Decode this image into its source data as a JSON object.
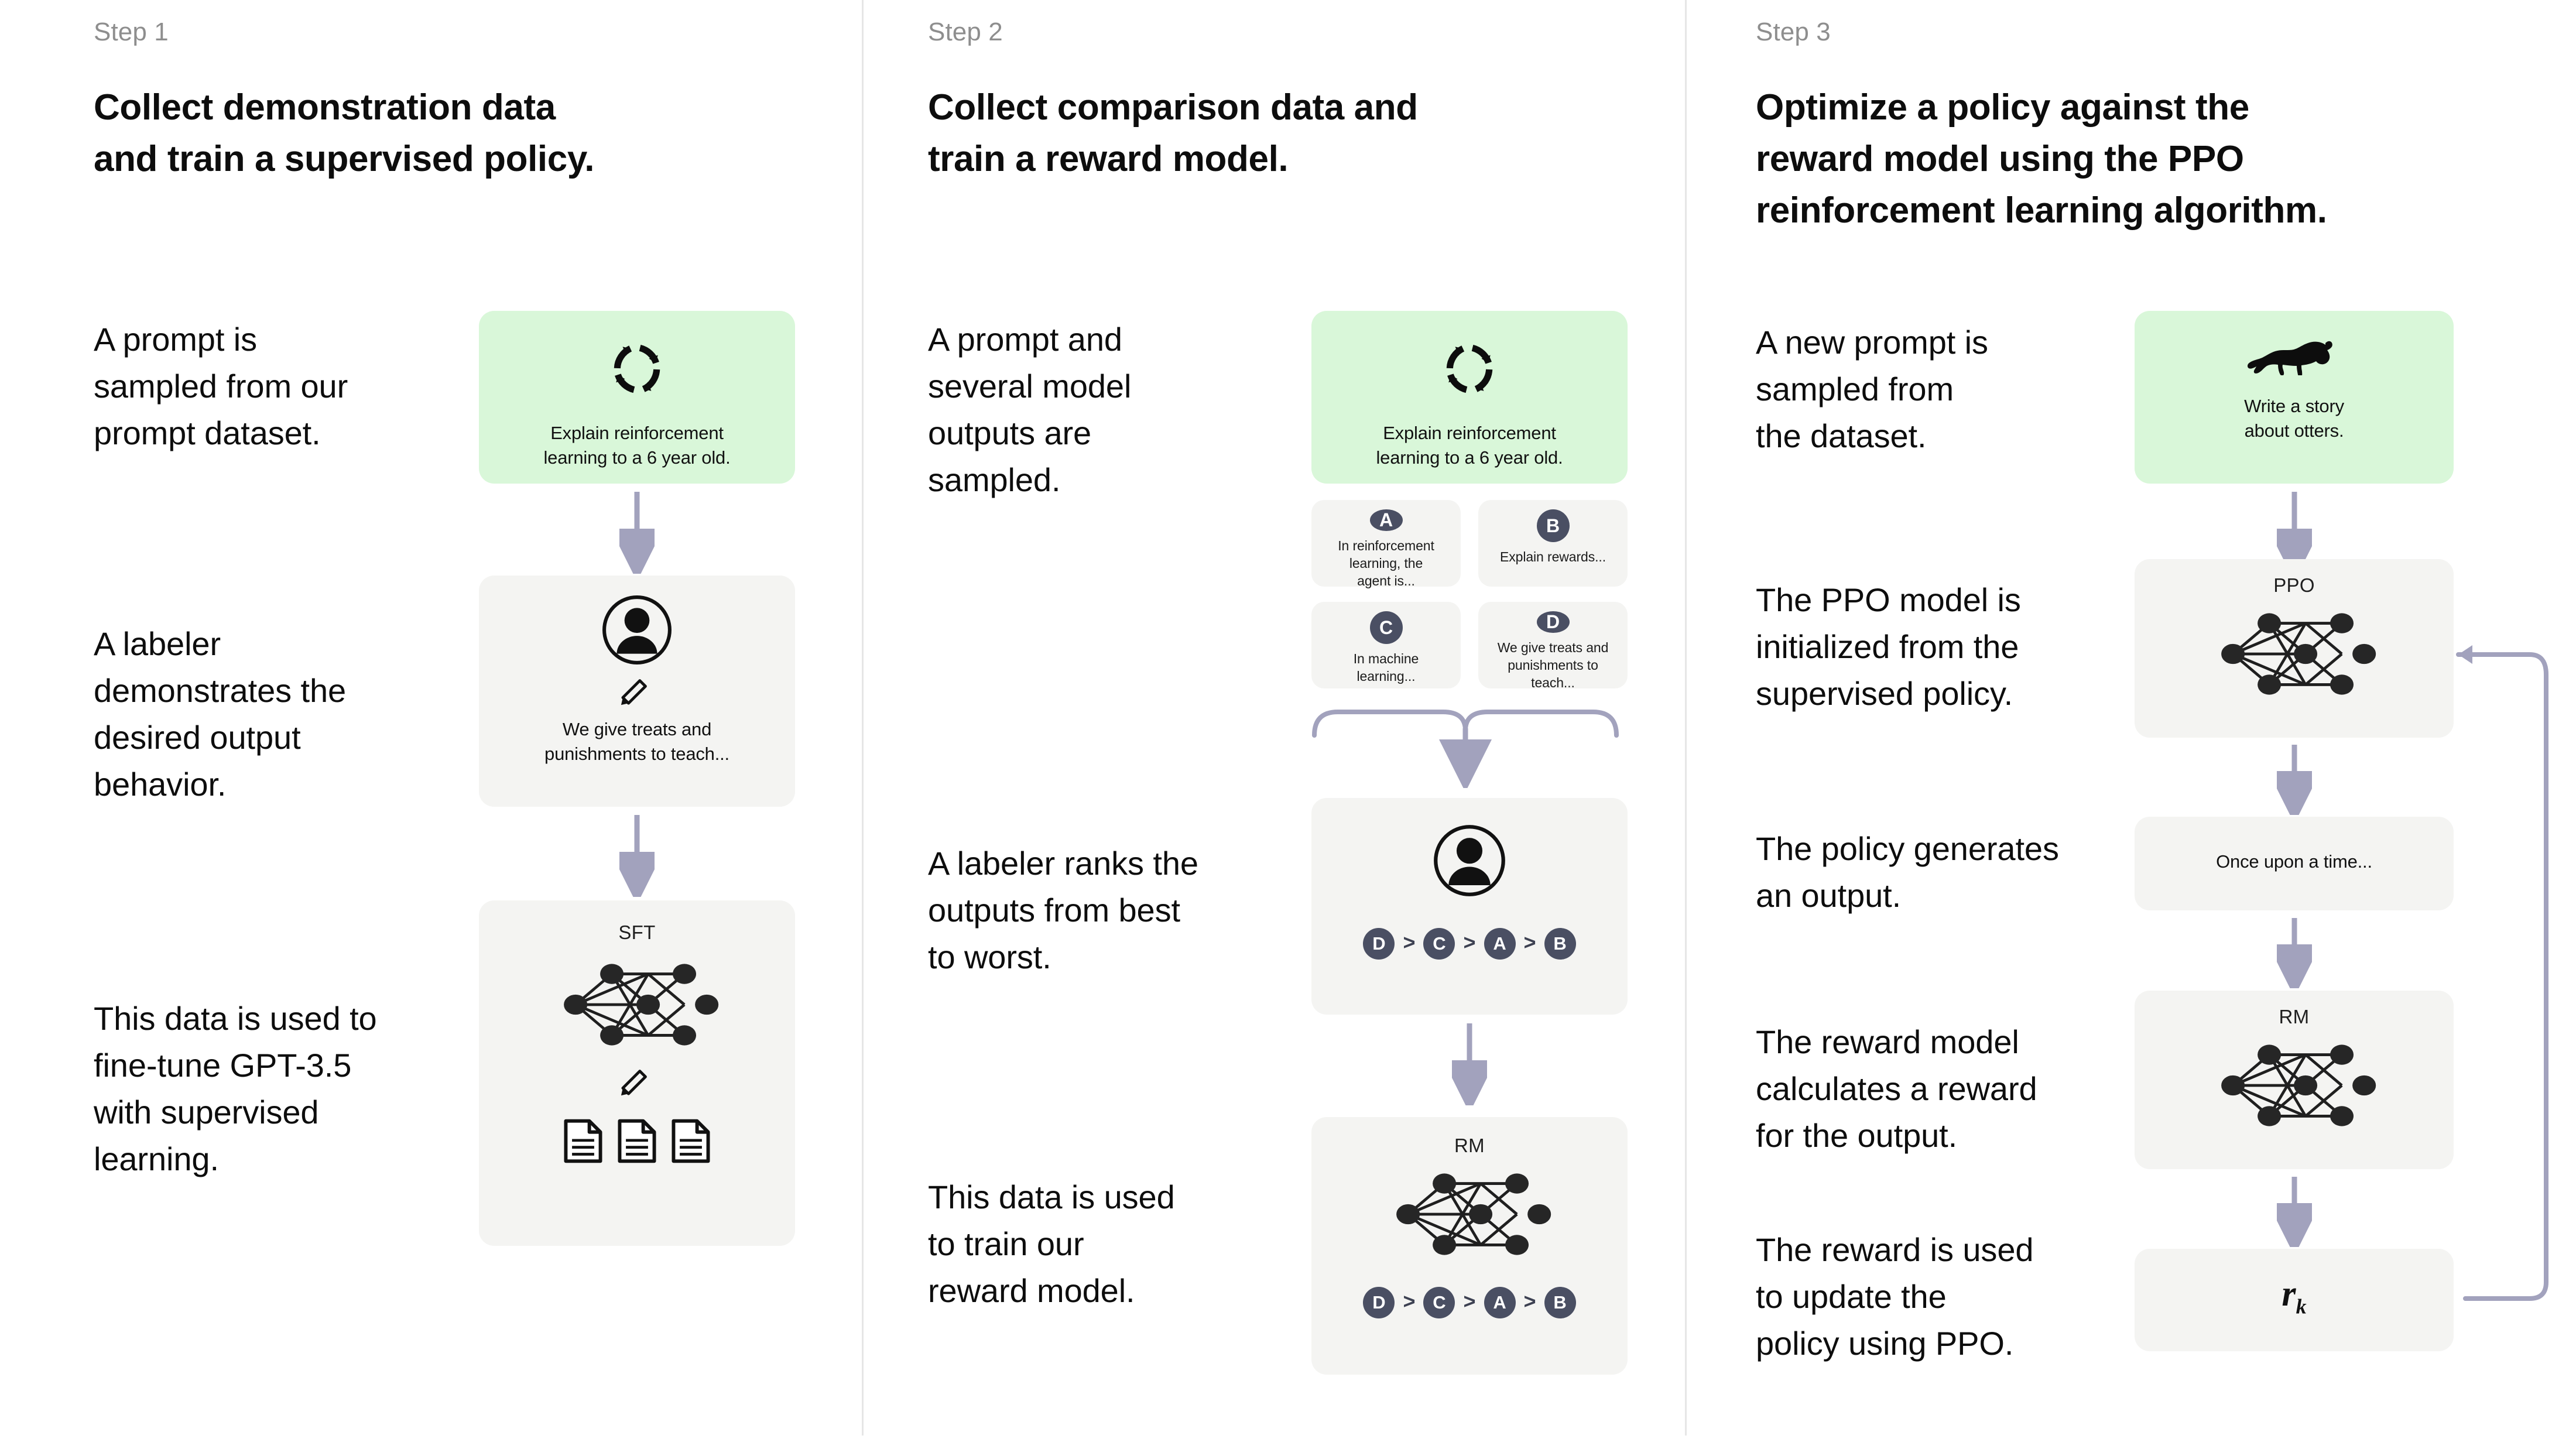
{
  "steps": [
    {
      "label": "Step 1",
      "title_lines": [
        "Collect demonstration data",
        "and train a supervised policy."
      ],
      "descriptions": [
        "A prompt is\nsampled from our\nprompt dataset.",
        "A labeler\ndemonstrates the\ndesired output\nbehavior.",
        "This data is used to\nfine-tune GPT-3.5\nwith supervised\nlearning."
      ],
      "cards": {
        "prompt": {
          "text": "Explain reinforcement\nlearning to a 6 year old.",
          "icon": "cycle-arrows-icon",
          "color": "#d9f7d9"
        },
        "labeler": {
          "text": "We give treats and\npunishments to teach...",
          "icon": "person-circle-icon",
          "sub_icon": "pencil-icon"
        },
        "model": {
          "title": "SFT",
          "icon": "neural-network-icon",
          "sub_icon": "pencil-icon",
          "docs_icon": "document-icon",
          "docs_count": 3
        }
      }
    },
    {
      "label": "Step 2",
      "title_lines": [
        "Collect comparison data and",
        "train a reward model."
      ],
      "descriptions": [
        "A prompt and\nseveral model\noutputs are\nsampled.",
        "A labeler ranks the\noutputs from best\nto worst.",
        "This data is used\nto train our\nreward model."
      ],
      "cards": {
        "prompt": {
          "text": "Explain reinforcement\nlearning to a 6 year old.",
          "icon": "cycle-arrows-icon",
          "color": "#d9f7d9"
        },
        "options": [
          {
            "letter": "A",
            "text": "In reinforcement\nlearning, the\nagent is..."
          },
          {
            "letter": "B",
            "text": "Explain rewards..."
          },
          {
            "letter": "C",
            "text": "In machine\nlearning..."
          },
          {
            "letter": "D",
            "text": "We give treats and\npunishments to\nteach..."
          }
        ],
        "labeler_rank": {
          "icon": "person-circle-icon",
          "ranking": [
            "D",
            "C",
            "A",
            "B"
          ],
          "separator": ">"
        },
        "reward_model": {
          "title": "RM",
          "icon": "neural-network-icon",
          "ranking": [
            "D",
            "C",
            "A",
            "B"
          ],
          "separator": ">"
        }
      }
    },
    {
      "label": "Step 3",
      "title_lines": [
        "Optimize a policy against the",
        "reward model using the PPO",
        "reinforcement learning algorithm."
      ],
      "descriptions": [
        "A new prompt is\nsampled from\nthe dataset.",
        "The PPO model is\ninitialized from the\nsupervised policy.",
        "The policy generates\nan output.",
        "The reward model\ncalculates a reward\nfor the output.",
        "The reward is used\nto update the\npolicy using PPO."
      ],
      "cards": {
        "prompt": {
          "text": "Write a story\nabout otters.",
          "icon": "otter-icon",
          "color": "#d9f7d9"
        },
        "ppo": {
          "title": "PPO",
          "icon": "neural-network-icon"
        },
        "output": {
          "text": "Once upon a time..."
        },
        "reward_model": {
          "title": "RM",
          "icon": "neural-network-icon"
        },
        "reward": {
          "symbol": "r",
          "subscript": "k"
        }
      },
      "feedback_arrow": {
        "name": "reward-feedback-arrow",
        "direction": "up-left"
      }
    }
  ],
  "colors": {
    "green_card": "#d9f7d9",
    "gray_card": "#f4f4f2",
    "badge": "#4a4f63",
    "arrow": "#a2a2bd",
    "divider": "#e6e6e6",
    "step_label": "#8e8e8e",
    "text": "#0d0d0d"
  }
}
